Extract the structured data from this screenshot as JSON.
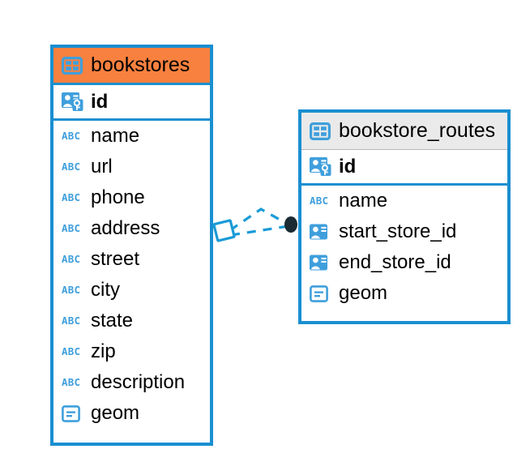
{
  "diagram": {
    "kind": "entity-relationship-diagram",
    "colors": {
      "border": "#1a8fd1",
      "selected_header": "#f8813f",
      "unselected_header": "#eaeaea",
      "icon_blue": "#3f9fdc",
      "connector": "#1a9bd7",
      "endpoint_fill": "#1b2a33",
      "canvas": "#ffffff"
    },
    "entities": [
      {
        "name": "bookstores",
        "selected": true,
        "icon": "table-icon",
        "primary_key": {
          "name": "id",
          "icon": "primary-key-icon"
        },
        "fields": [
          {
            "name": "name",
            "icon": "text-type-icon"
          },
          {
            "name": "url",
            "icon": "text-type-icon"
          },
          {
            "name": "phone",
            "icon": "text-type-icon"
          },
          {
            "name": "address",
            "icon": "text-type-icon"
          },
          {
            "name": "street",
            "icon": "text-type-icon"
          },
          {
            "name": "city",
            "icon": "text-type-icon"
          },
          {
            "name": "state",
            "icon": "text-type-icon"
          },
          {
            "name": "zip",
            "icon": "text-type-icon"
          },
          {
            "name": "description",
            "icon": "text-type-icon"
          },
          {
            "name": "geom",
            "icon": "geometry-type-icon"
          }
        ]
      },
      {
        "name": "bookstore_routes",
        "selected": false,
        "icon": "table-icon",
        "primary_key": {
          "name": "id",
          "icon": "primary-key-icon"
        },
        "fields": [
          {
            "name": "name",
            "icon": "text-type-icon"
          },
          {
            "name": "start_store_id",
            "icon": "foreign-key-icon"
          },
          {
            "name": "end_store_id",
            "icon": "foreign-key-icon"
          },
          {
            "name": "geom",
            "icon": "geometry-type-icon"
          }
        ]
      }
    ],
    "relationships": [
      {
        "from": "bookstores.id",
        "to": "bookstore_routes.start_store_id",
        "from_endpoint": "diamond",
        "to_endpoint": "filled-circle",
        "style": "dashed"
      },
      {
        "from": "bookstores.id",
        "to": "bookstore_routes.end_store_id",
        "from_endpoint": "diamond",
        "to_endpoint": "filled-circle",
        "style": "dashed"
      }
    ]
  }
}
